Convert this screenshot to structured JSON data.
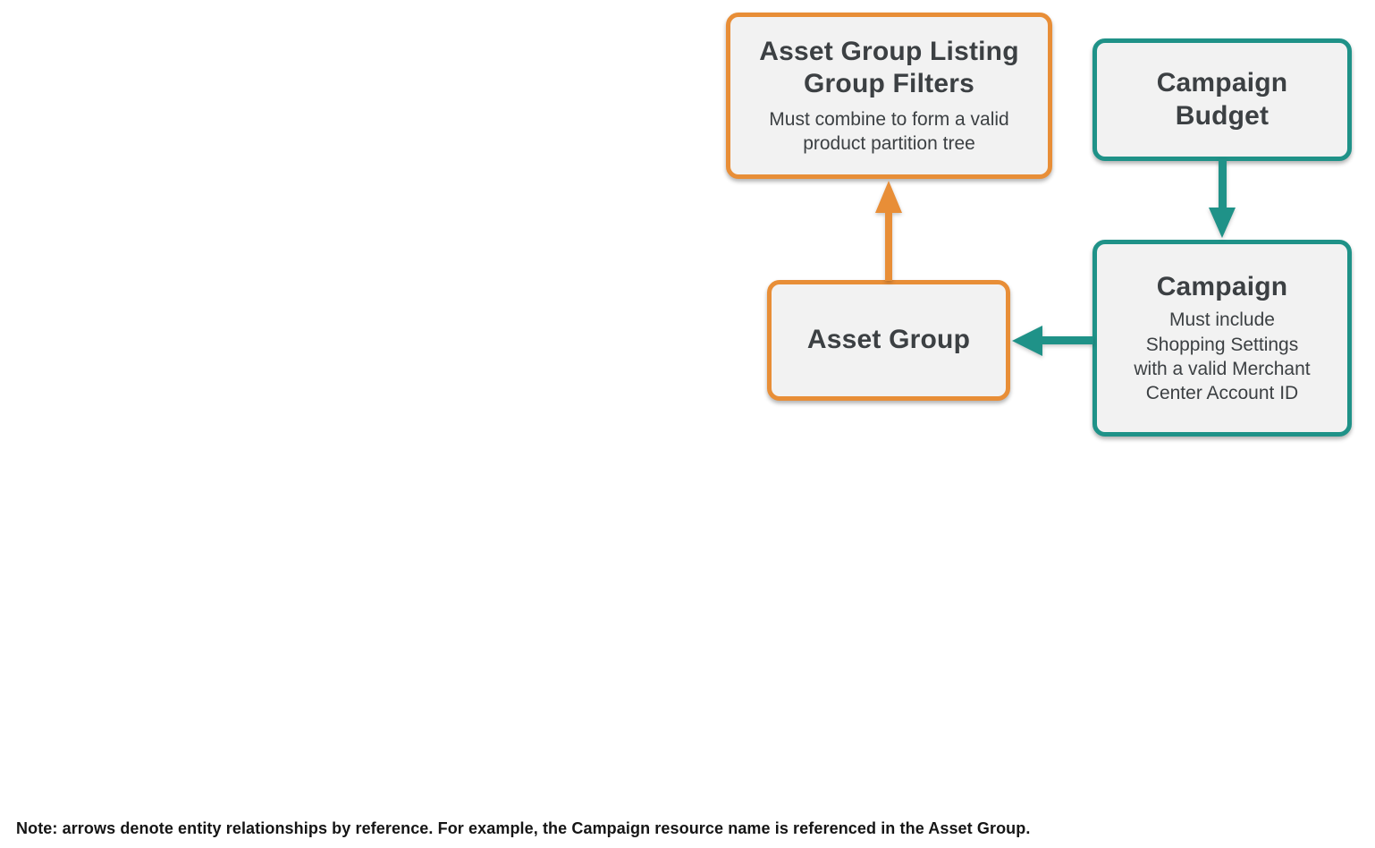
{
  "diagram": {
    "nodes": {
      "filters": {
        "title": "Asset Group Listing Group Filters",
        "subtitle": "Must combine to form a valid product partition tree",
        "accent_color": "#E88E37"
      },
      "campaign_budget": {
        "title": "Campaign Budget",
        "accent_color": "#1F9288"
      },
      "asset_group": {
        "title": "Asset Group",
        "accent_color": "#E88E37"
      },
      "campaign": {
        "title": "Campaign",
        "subtitle": "Must include Shopping Settings with a valid Merchant Center Account ID",
        "accent_color": "#1F9288"
      }
    },
    "edges": [
      {
        "from": "asset_group",
        "to": "filters",
        "direction": "up",
        "color": "#E88E37"
      },
      {
        "from": "campaign_budget",
        "to": "campaign",
        "direction": "down",
        "color": "#1F9288"
      },
      {
        "from": "campaign",
        "to": "asset_group",
        "direction": "left",
        "color": "#1F9288"
      }
    ],
    "colors": {
      "orange": "#E88E37",
      "teal": "#1F9288",
      "box_fill": "#F2F2F2",
      "text": "#3C4043"
    }
  },
  "note": "Note: arrows denote entity relationships by reference. For example, the Campaign resource name is referenced in the Asset Group."
}
